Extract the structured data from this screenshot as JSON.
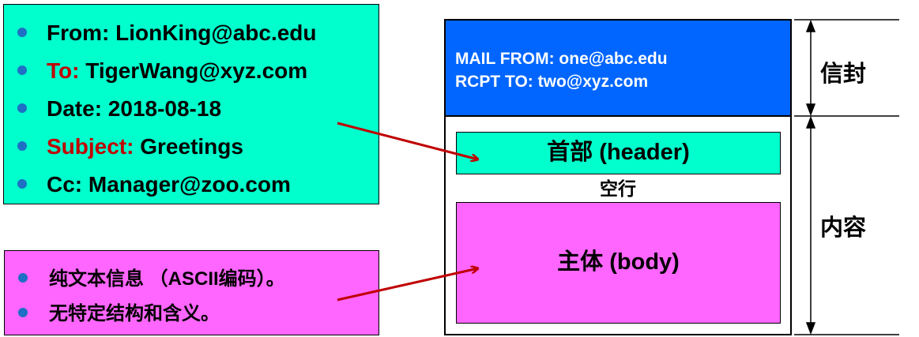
{
  "header_fields": [
    {
      "prefix": "From: LionKing@abc.edu",
      "prefix_red": false,
      "rest": ""
    },
    {
      "prefix": "To:",
      "prefix_red": true,
      "rest": " TigerWang@xyz.com"
    },
    {
      "prefix": "Date: 2018-08-18",
      "prefix_red": false,
      "rest": ""
    },
    {
      "prefix": "Subject:",
      "prefix_red": true,
      "rest": " Greetings"
    },
    {
      "prefix": "Cc: Manager@zoo.com",
      "prefix_red": false,
      "rest": ""
    }
  ],
  "body_notes": [
    "纯文本信息 （ASCII编码）。",
    "无特定结构和含义。"
  ],
  "envelope": {
    "mail_from": "MAIL FROM: one@abc.edu",
    "rcpt_to": "RCPT TO: two@xyz.com"
  },
  "message": {
    "header_label": "首部 (header)",
    "blank_line_label": "空行",
    "body_label": "主体 (body)"
  },
  "side_labels": {
    "envelope": "信封",
    "content": "内容"
  },
  "colors": {
    "header_fill": "#00ffcc",
    "body_fill": "#ff66ff",
    "envelope_fill": "#0066ff",
    "highlight_text": "#c00000",
    "arrow": "#c00000",
    "bullet": "#1f6fc4"
  }
}
